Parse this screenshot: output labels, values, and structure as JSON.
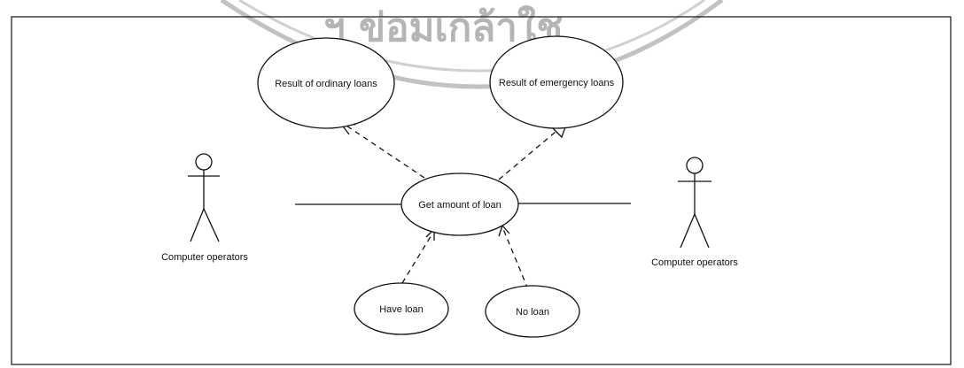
{
  "watermark": {
    "text": "ฯ ข่อมเกล้าใช",
    "color": "#b5b5b5"
  },
  "use_cases": {
    "ordinary": "Result of ordinary loans",
    "emergency": "Result of emergency loans",
    "get_amount": "Get amount of loan",
    "have_loan": "Have loan",
    "no_loan": "No loan"
  },
  "actors": {
    "left": "Computer operators",
    "right": "Computer operators"
  },
  "colors": {
    "line": "#111111",
    "background": "#ffffff"
  }
}
